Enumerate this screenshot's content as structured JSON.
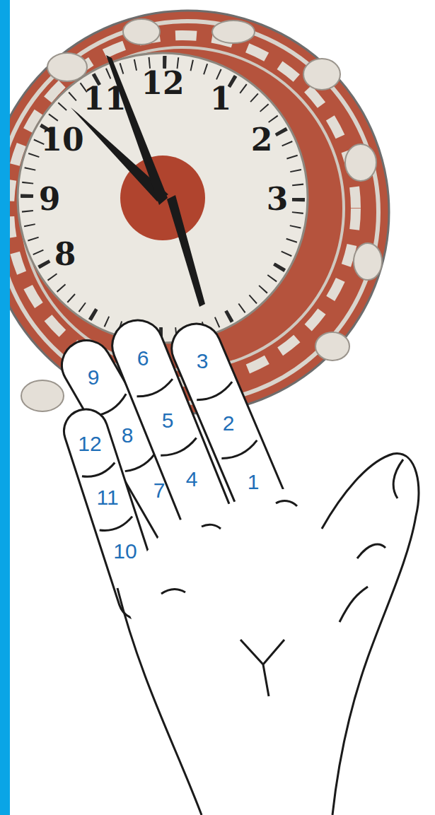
{
  "diagram": {
    "labels": [
      "12",
      "1",
      "2",
      "3",
      "8",
      "9",
      "10",
      "11",
      "3",
      "6",
      "9",
      "2",
      "5",
      "8",
      "12",
      "1",
      "4",
      "7",
      "11",
      "10"
    ]
  }
}
